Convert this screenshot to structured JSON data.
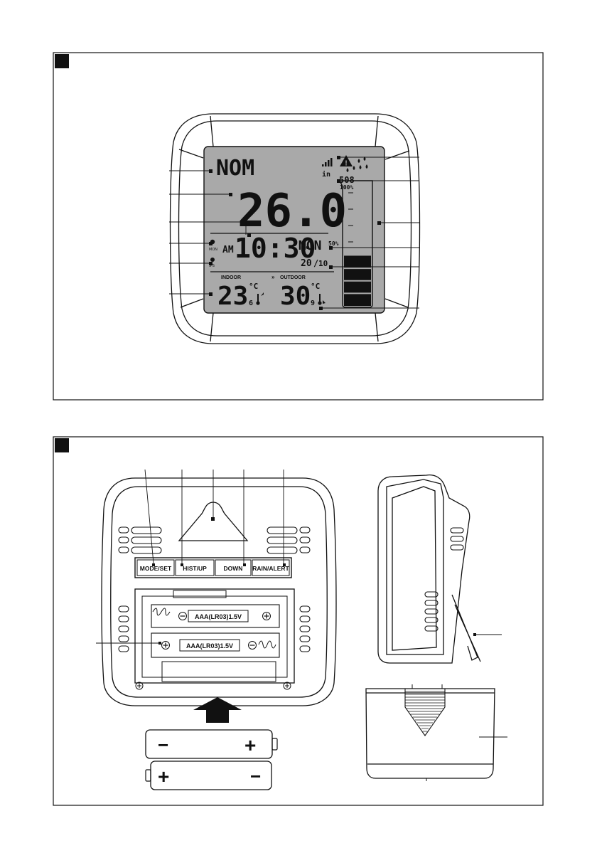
{
  "lcd": {
    "day_mode": "NOM",
    "signal_unit": "in",
    "rain_value": "508",
    "percent_top": "100%",
    "percent_mid": "50%",
    "main_value": "26.0",
    "am_pm": "AM",
    "time": "10:30",
    "weekday": "MON",
    "date_day": "20",
    "date_month": "10",
    "indoor_label": "INDOOR",
    "outdoor_label": "OUTDOOR",
    "indoor_temp": "23",
    "indoor_decimal": "6",
    "indoor_unit": "°C",
    "outdoor_temp": "30",
    "outdoor_decimal": "9",
    "outdoor_unit": "°C",
    "rain_gauge_fill": 0.42
  },
  "buttons": {
    "mode_set": "MODE/SET",
    "hist_up": "HIST/UP",
    "down": "DOWN",
    "rain_alert": "RAIN/ALERT"
  },
  "battery": {
    "label_1": "AAA(LR03)1.5V",
    "label_2": "AAA(LR03)1.5V",
    "plus": "+",
    "minus": "−"
  },
  "colors": {
    "lcd_bg": "#a9a9a9",
    "line": "#111111"
  }
}
